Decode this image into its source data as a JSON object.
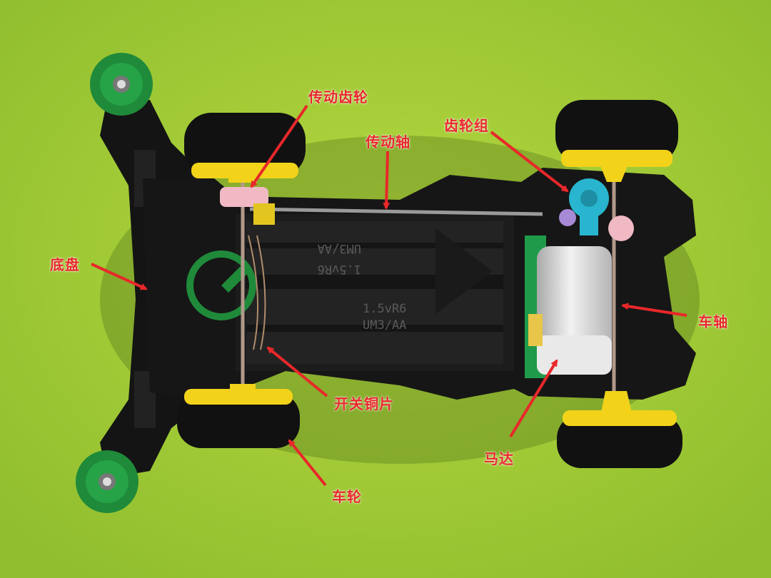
{
  "colors": {
    "background": "#a8cf3a",
    "chassis": "#151515",
    "tire": "#111111",
    "rim": "#f2d31a",
    "bumper_roller": "#1f8a3a",
    "motor": "#d9d9d9",
    "callout": "#e8282a"
  },
  "labels": {
    "drive_gear": "传动齿轮",
    "drive_shaft": "传动轴",
    "gear_set": "齿轮组",
    "chassis": "底盘",
    "axle": "车轴",
    "switch_copper": "开关铜片",
    "motor": "马达",
    "wheel": "车轮"
  },
  "battery_markings": {
    "top": [
      "UM3/AA",
      "1.5vR6"
    ],
    "bottom": [
      "1.5vR6",
      "UM3/AA"
    ]
  }
}
